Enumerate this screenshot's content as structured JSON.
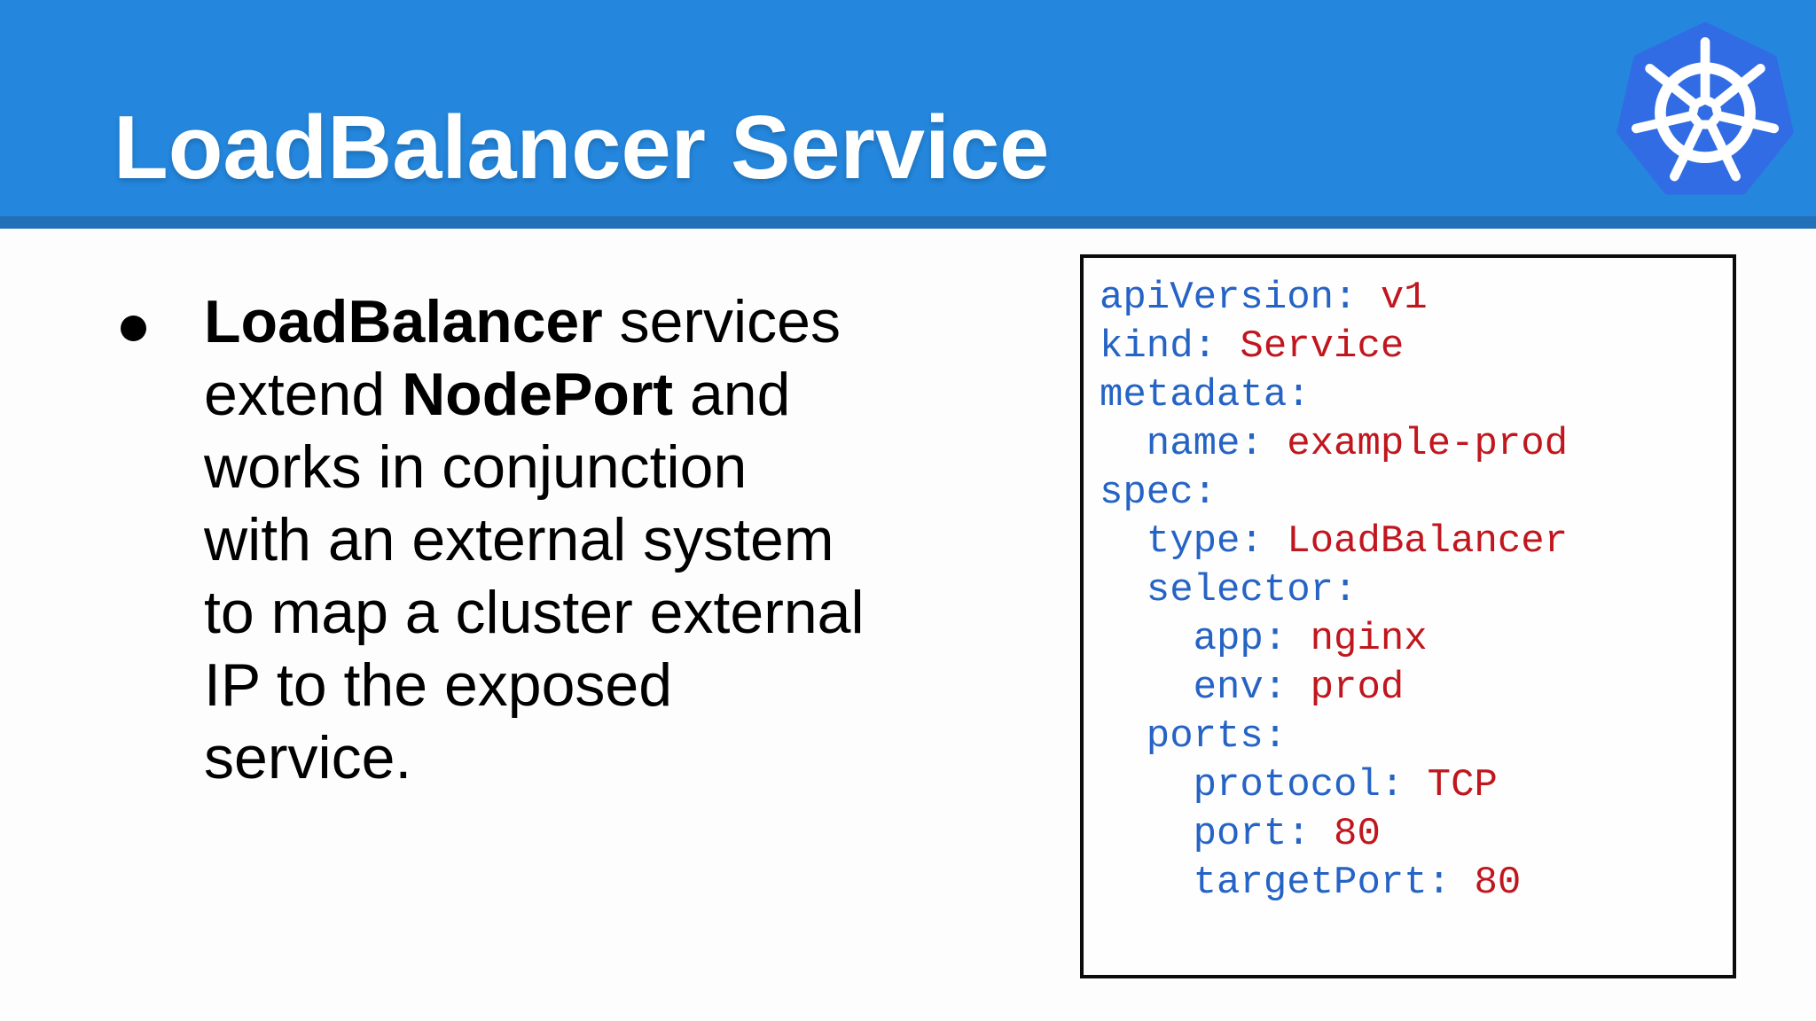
{
  "slide": {
    "title": "LoadBalancer Service",
    "bullet_lines": [
      [
        {
          "text": "LoadBalancer",
          "bold": true
        },
        {
          "text": " services",
          "bold": false
        }
      ],
      [
        {
          "text": "extend ",
          "bold": false
        },
        {
          "text": "NodePort",
          "bold": true
        },
        {
          "text": " and",
          "bold": false
        }
      ],
      [
        {
          "text": "works in conjunction",
          "bold": false
        }
      ],
      [
        {
          "text": "with an external system",
          "bold": false
        }
      ],
      [
        {
          "text": "to map a cluster external",
          "bold": false
        }
      ],
      [
        {
          "text": "IP to the exposed",
          "bold": false
        }
      ],
      [
        {
          "text": "service.",
          "bold": false
        }
      ]
    ],
    "code_lines": [
      {
        "key": "apiVersion:",
        "value": "v1"
      },
      {
        "key": "kind:",
        "value": "Service"
      },
      {
        "key": "metadata:"
      },
      {
        "key": "  name:",
        "value": "example-prod"
      },
      {
        "key": "spec:"
      },
      {
        "key": "  type:",
        "value": "LoadBalancer"
      },
      {
        "key": "  selector:"
      },
      {
        "key": "    app:",
        "value": "nginx"
      },
      {
        "key": "    env:",
        "value": "prod"
      },
      {
        "key": "  ports:"
      },
      {
        "key": "    protocol:",
        "value": "TCP"
      },
      {
        "key": "    port:",
        "value": "80"
      },
      {
        "key": "    targetPort:",
        "value": "80"
      }
    ],
    "icons": {
      "logo": "kubernetes-helm-icon"
    },
    "colors": {
      "header_blue": "#2486dc",
      "header_stripe_blue": "#2271b8",
      "logo_blue": "#326ce5",
      "code_key_blue": "#2563c5",
      "code_value_red": "#c0161e",
      "body_text": "#000000",
      "title_text": "#ffffff"
    }
  }
}
